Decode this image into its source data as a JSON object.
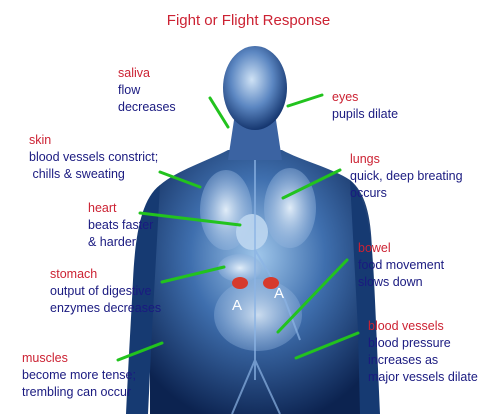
{
  "title": "Fight or Flight Response",
  "colors": {
    "organ_label": "#cc2233",
    "effect_text": "#1a1a80",
    "connector": "#22c31e",
    "body": "#1d3f80",
    "adrenal": "#d63a2c"
  },
  "adrenal_marker": "A",
  "labels": [
    {
      "key": "saliva",
      "organ": "saliva",
      "effect": "flow\ndecreases"
    },
    {
      "key": "eyes",
      "organ": "eyes",
      "effect": "pupils dilate"
    },
    {
      "key": "skin",
      "organ": "skin",
      "effect": "blood vessels constrict;\n chills & sweating"
    },
    {
      "key": "lungs",
      "organ": "lungs",
      "effect": "quick, deep breating\noccurs"
    },
    {
      "key": "heart",
      "organ": "heart",
      "effect": "beats faster\n& harder"
    },
    {
      "key": "bowel",
      "organ": "bowel",
      "effect": "food movement\nslows down"
    },
    {
      "key": "stomach",
      "organ": "stomach",
      "effect": "output of digestive\nenzymes decreases"
    },
    {
      "key": "blood-vessels",
      "organ": "blood vessels",
      "effect": "blood pressure\nincreases as\nmajor vessels dilate"
    },
    {
      "key": "muscles",
      "organ": "muscles",
      "effect": "become more tense;\ntrembling can occur"
    }
  ]
}
